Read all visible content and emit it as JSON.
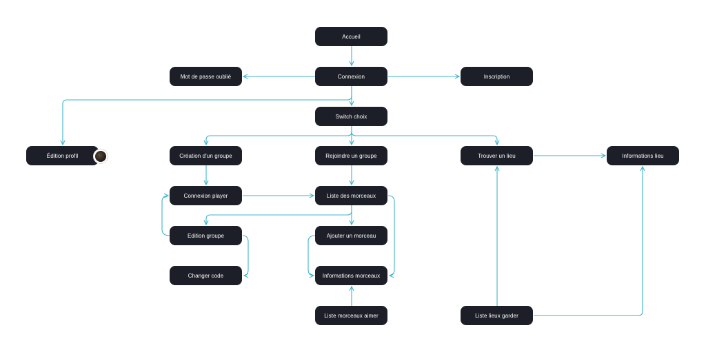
{
  "colors": {
    "node_bg": "#1c1f27",
    "node_text": "#ffffff",
    "connector": "#3cb3c9",
    "background": "#ffffff"
  },
  "nodes": {
    "accueil": "Accueil",
    "connexion": "Connexion",
    "mot_de_passe": "Mot de passe oublié",
    "inscription": "Inscription",
    "switch_choix": "Switch choix",
    "edition_profil": "Édition profil",
    "creation_groupe": "Création d'un groupe",
    "rejoindre_groupe": "Rejoindre un groupe",
    "trouver_lieu": "Trouver un lieu",
    "informations_lieu": "Informations lieu",
    "connexion_player": "Connexion player",
    "liste_morceaux": "Liste des morceaux",
    "edition_groupe": "Edition groupe",
    "ajouter_morceau": "Ajouter un morceau",
    "changer_code": "Changer code",
    "informations_morceaux": "Informations morceaux",
    "liste_morceaux_aimer": "Liste morceaux aimer",
    "liste_lieux_garder": "Liste lieux garder"
  },
  "avatar_icon": "user-avatar-icon"
}
